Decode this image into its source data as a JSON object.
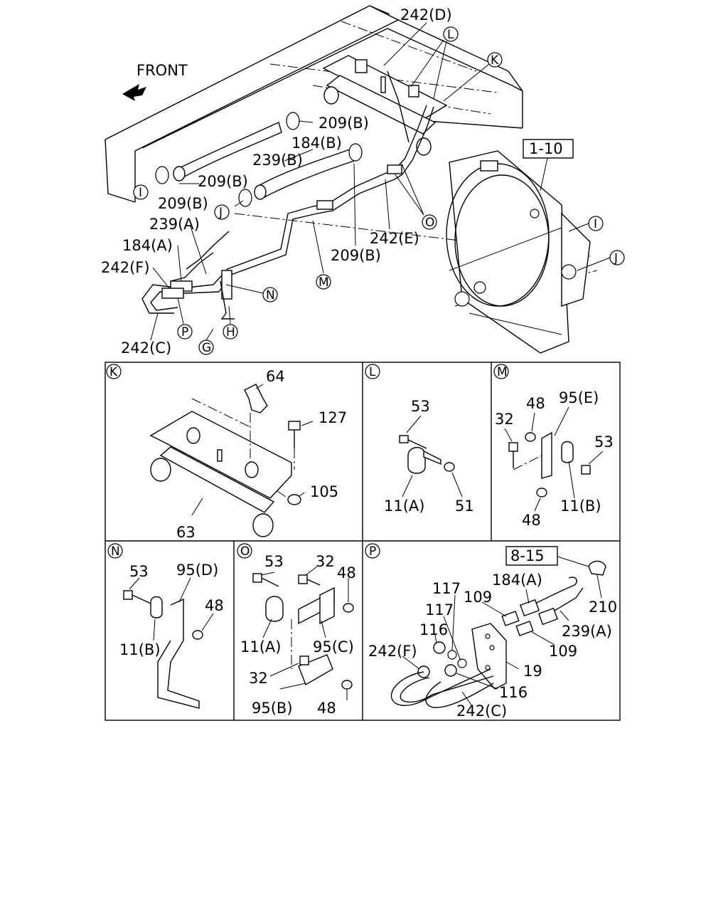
{
  "direction_label": "FRONT",
  "ref_boxes": {
    "radiator": "1-10",
    "clip": "8-15"
  },
  "main_callouts": {
    "hose_242d": "242(D)",
    "hose_209b_top": "209(B)",
    "hose_184b": "184(B)",
    "hose_239b": "239(B)",
    "hose_209b_mid": "209(B)",
    "hose_209b_left": "209(B)",
    "hose_239a": "239(A)",
    "hose_184a": "184(A)",
    "hose_242f": "242(F)",
    "hose_242e": "242(E)",
    "hose_209b_low": "209(B)",
    "hose_242c": "242(C)"
  },
  "letter_markers": {
    "L": "L",
    "K": "K",
    "I": "I",
    "J": "J",
    "O": "O",
    "M": "M",
    "N": "N",
    "P": "P",
    "G": "G",
    "H": "H",
    "I2": "I",
    "J2": "J"
  },
  "panels": {
    "K": {
      "tag": "K",
      "labels": {
        "p64": "64",
        "p127": "127",
        "p105": "105",
        "p63": "63"
      }
    },
    "L": {
      "tag": "L",
      "labels": {
        "p53": "53",
        "p51": "51",
        "p11a": "11(A)"
      }
    },
    "M": {
      "tag": "M",
      "labels": {
        "p32": "32",
        "p48a": "48",
        "p95e": "95(E)",
        "p53": "53",
        "p11b": "11(B)",
        "p48b": "48"
      }
    },
    "N": {
      "tag": "N",
      "labels": {
        "p53": "53",
        "p95d": "95(D)",
        "p48": "48",
        "p11b": "11(B)"
      }
    },
    "O": {
      "tag": "O",
      "labels": {
        "p53": "53",
        "p32a": "32",
        "p48a": "48",
        "p11a": "11(A)",
        "p95c": "95(C)",
        "p32b": "32",
        "p95b": "95(B)",
        "p48b": "48"
      }
    },
    "P": {
      "tag": "P",
      "labels": {
        "p117a": "117",
        "p184a": "184(A)",
        "p109a": "109",
        "p117b": "117",
        "p210": "210",
        "p116a": "116",
        "p239a": "239(A)",
        "p109b": "109",
        "p242f": "242(F)",
        "p19": "19",
        "p116b": "116",
        "p242c": "242(C)"
      }
    }
  }
}
